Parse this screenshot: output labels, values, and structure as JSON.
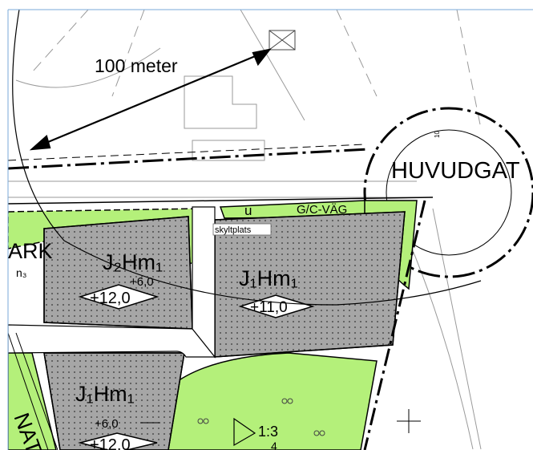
{
  "map": {
    "measure_label": "100 meter",
    "street_label": "HUVUDGAT",
    "park_label": "ARK",
    "park_sub": "n₃",
    "path_label": "G/C-VÄG",
    "u_label": "u",
    "sign_label": "skyltplats",
    "nat_label": "NAT",
    "blocks": [
      {
        "code": "J₂Hm₁",
        "height": "+6,0",
        "level": "+12,0"
      },
      {
        "code": "J₁Hm₁",
        "level": "+11,0"
      },
      {
        "code": "J₁Hm₁",
        "height": "+6,0",
        "level": "+12,0"
      }
    ],
    "slope_label": "1:3",
    "slope_sub": "4",
    "contour_label": "10"
  },
  "colors": {
    "park_green": "#b4f07a",
    "block_gray": "#a6a6a6",
    "line_black": "#000000",
    "light_line": "#9a9a9a"
  }
}
